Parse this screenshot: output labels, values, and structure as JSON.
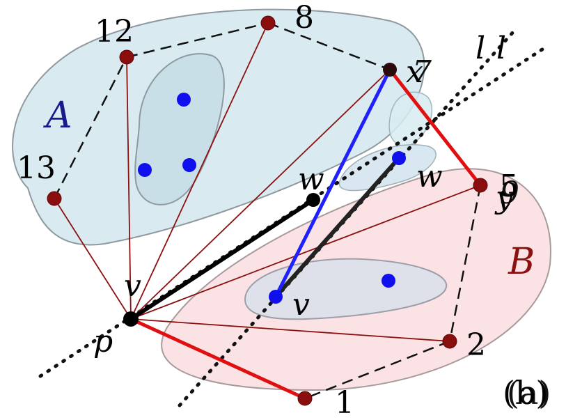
{
  "labels": {
    "n12": "12",
    "n8": "8",
    "n13": "13",
    "n5": "5",
    "n2": "2",
    "n1": "1",
    "A": "A",
    "B": "B",
    "x": "x",
    "x_alt": "7",
    "y": "y",
    "y_alt": "9",
    "w1": "w",
    "w2": "w",
    "v1": "v",
    "v2": "v",
    "p": "p",
    "l1": "l",
    "l2": "l",
    "panel_b": "(b)",
    "panel_a": "(a)"
  },
  "colors": {
    "region_A": "#d2e8ef",
    "region_B": "#fbe0e2",
    "inner_blob": "#c9dfe8",
    "inner_pink_blob": "#dfe1ea",
    "node_dark_red": "#8b0e0e",
    "node_blue": "#1010ee",
    "edge_red": "#e01010",
    "edge_blue": "#2020ff",
    "thin_edge": "#8b1010",
    "label_A": "#1a1a8c",
    "label_B": "#8b1010"
  }
}
